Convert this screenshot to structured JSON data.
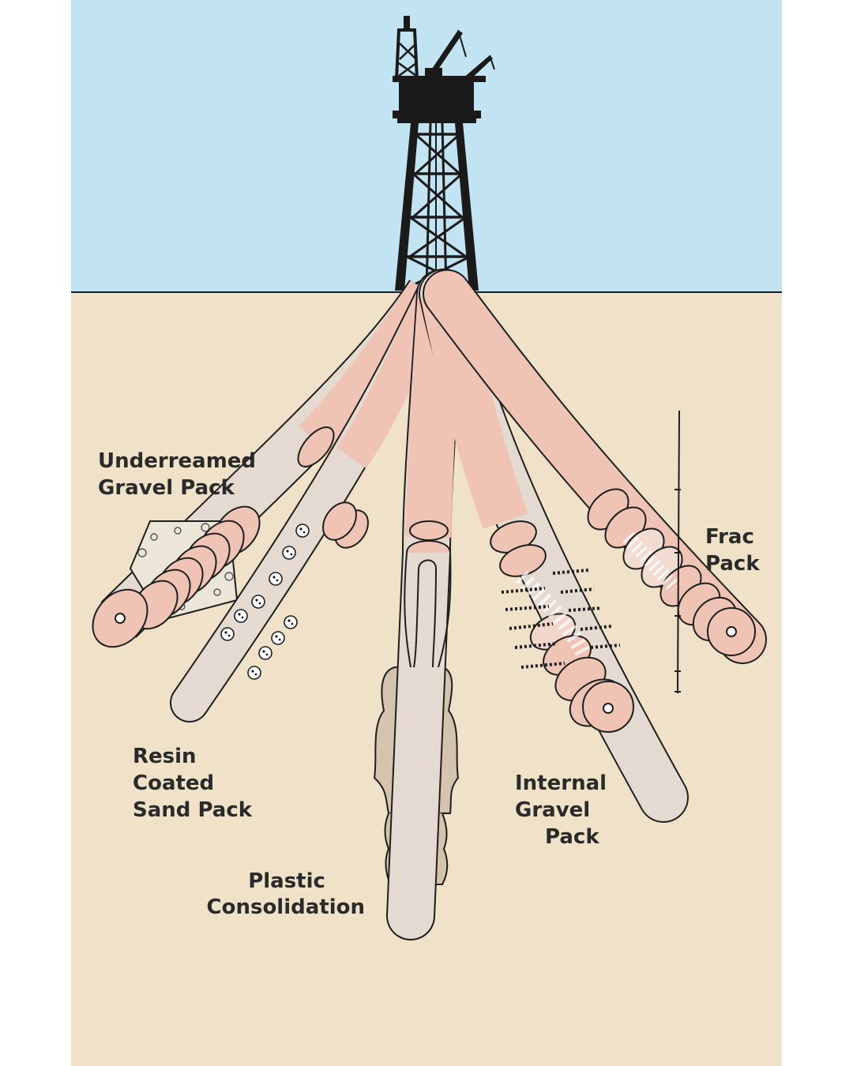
{
  "colors": {
    "sky": "#c2e4f2",
    "ground": "#f0e2c8",
    "outline": "#1e1e1e",
    "pipe_pink": "#f0c4b4",
    "pipe_beige": "#e4dad2",
    "consolidation": "#d4c4ae"
  },
  "icons": {
    "rig": "offshore-platform-icon",
    "sand": "sand-grain-icon"
  },
  "labels": {
    "underreamed": [
      "Underreamed",
      "Gravel Pack"
    ],
    "resin": [
      "Resin",
      "Coated",
      "Sand Pack"
    ],
    "plastic": [
      "Plastic",
      "Consolidation"
    ],
    "internal": [
      "Internal",
      "Gravel",
      "Pack"
    ],
    "frac": [
      "Frac",
      "Pack"
    ]
  }
}
